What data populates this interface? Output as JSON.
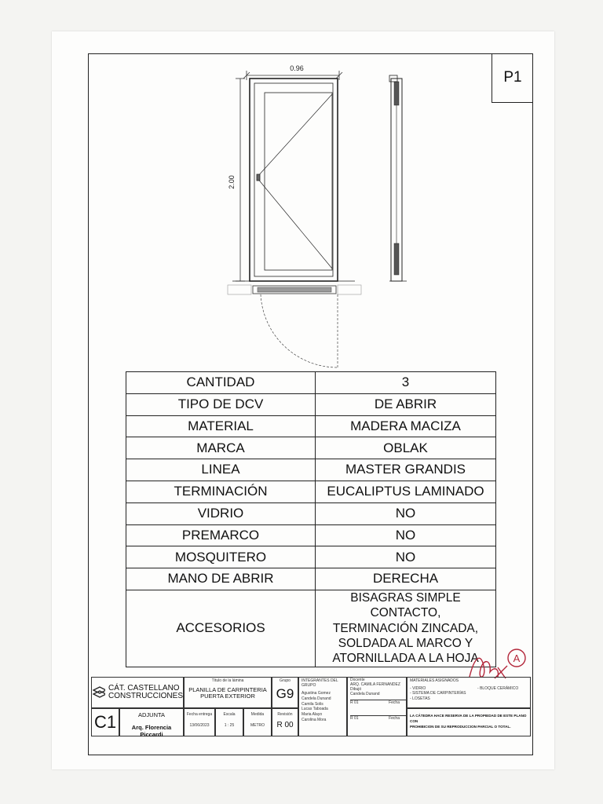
{
  "sheet": {
    "code": "P1",
    "drawing": {
      "width_dim": "0.96",
      "height_dim": "2.00"
    }
  },
  "spec_table": {
    "rows": [
      {
        "label": "CANTIDAD",
        "value": "3"
      },
      {
        "label": "TIPO DE DCV",
        "value": "DE ABRIR"
      },
      {
        "label": "MATERIAL",
        "value": "MADERA MACIZA"
      },
      {
        "label": "MARCA",
        "value": "OBLAK"
      },
      {
        "label": "LINEA",
        "value": "MASTER GRANDIS"
      },
      {
        "label": "TERMINACIÓN",
        "value": "EUCALIPTUS LAMINADO"
      },
      {
        "label": "VIDRIO",
        "value": "NO"
      },
      {
        "label": "PREMARCO",
        "value": "NO"
      },
      {
        "label": "MOSQUITERO",
        "value": "NO"
      },
      {
        "label": "MANO DE ABRIR",
        "value": "DERECHA"
      }
    ],
    "accessories": {
      "label": "ACCESORIOS",
      "lines": [
        "BISAGRAS SIMPLE CONTACTO,",
        "TERMINACIÓN ZINCADA,",
        "SOLDADA AL MARCO Y",
        "ATORNILLADA A LA HOJA"
      ]
    }
  },
  "title_block": {
    "brand_line1": "CÁT. CASTELLANO",
    "brand_line2": "CONSTRUCCIONES",
    "sheet_id": "C1",
    "adjunta_label": "ADJUNTA",
    "adjunta_name": "Arq. Florencia Piccardi",
    "titulo_label": "Título de la lámina",
    "titulo_line1": "PLANILLA DE CARPINTERIA",
    "titulo_line2": "PUERTA EXTERIOR",
    "fecha_label": "Fecha entrega",
    "fecha_value": "13/06/2023",
    "escala_label": "Escala",
    "escala_value": "1 : 25",
    "medida_label": "Medida",
    "medida_value": "METRO",
    "grupo_label": "Grupo",
    "grupo_value": "G9",
    "revision_label": "Revisión",
    "revision_value": "R 00",
    "integrantes_label": "INTEGRANTES DEL GRUPO",
    "integrantes": [
      "Agustina Gomez",
      "Candela Dunand",
      "Camila Solis",
      "Lucas Taboada",
      "Maria Alayo",
      "Carolina Mora"
    ],
    "docente_label": "Docente",
    "docente_name": "ARQ. CAMILA FERNANDEZ",
    "dibujo_label": "Dibujó",
    "dibujo_name": "Candela Dunand",
    "rev_rows": [
      {
        "code": "R 01",
        "fecha": "Fecha"
      },
      {
        "code": "R 01",
        "fecha": "Fecha"
      }
    ],
    "materiales_label": "MATERIALES ASIGNADOS",
    "materiales": [
      "VIDRIO",
      "SISTEMA DE CARPINTERÍAS",
      "LOSETAS"
    ],
    "materiales_right": "BLOQUE CERÁMICO",
    "reserva_line1": "LA CÁTEDRA HACE RESERVA DE LA PROPIEDAD DE ESTE PLANO CON",
    "reserva_line2": "PROHIBICION DE SU REPRODUCCION PARCIAL O TOTAL."
  }
}
